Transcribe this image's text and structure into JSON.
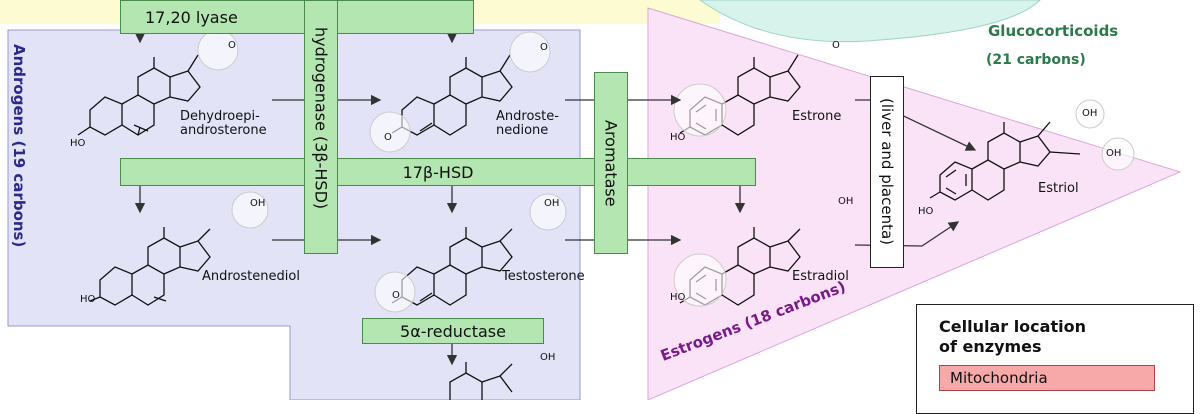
{
  "enzymes": {
    "lyase": "17,20 lyase",
    "hsd3b": "hydrogenase (3β-HSD)",
    "hsd17b": "17β-HSD",
    "reductase": "5α-reductase",
    "aromatase": "Aromatase",
    "liver": "(liver and placenta)"
  },
  "groups": {
    "androgens": "Androgens (19 carbons)",
    "estrogens": "Estrogens (18 carbons)",
    "glucocorticoids_title": "Glucocorticoids",
    "glucocorticoids_sub": "(21 carbons)"
  },
  "molecules": {
    "dhea_1": "Dehydroepi-",
    "dhea_2": "androsterone",
    "androstenedione_1": "Androste-",
    "androstenedione_2": "nedione",
    "androstenediol": "Androstenediol",
    "testosterone": "Testosterone",
    "estrone": "Estrone",
    "estradiol": "Estradiol",
    "estriol": "Estriol"
  },
  "func_groups": {
    "ho": "HO",
    "o": "O",
    "oh": "OH"
  },
  "legend": {
    "title_1": "Cellular location",
    "title_2": "of enzymes",
    "mitochondria": "Mitochondria"
  },
  "colors": {
    "androgen_bg": "#e3e3f7",
    "estrogen_bg": "#fbe3f7",
    "enzyme_bg": "#b3e6b0",
    "mito": "#f7a8a8"
  }
}
